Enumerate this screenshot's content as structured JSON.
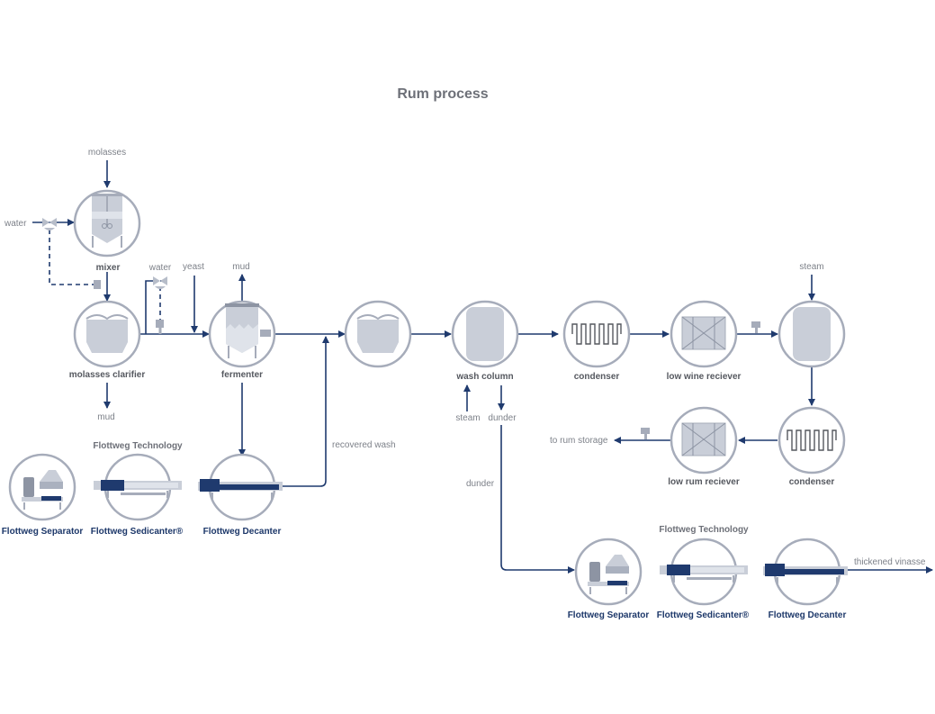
{
  "title": "Rum process",
  "labels": {
    "molasses": "molasses",
    "water_top": "water",
    "mixer": "mixer",
    "water_mid": "water",
    "yeast": "yeast",
    "mud_top": "mud",
    "molasses_clarifier": "molasses clarifier",
    "fermenter": "fermenter",
    "mud_bottom": "mud",
    "wash_column": "wash column",
    "steam_left": "steam",
    "dunder_short": "dunder",
    "condenser_1": "condenser",
    "low_wine_receiver": "low wine reciever",
    "steam_right": "steam",
    "condenser_2": "condenser",
    "low_rum_receiver": "low rum reciever",
    "to_rum_storage": "to rum storage",
    "recovered_wash": "recovered wash",
    "dunder_long": "dunder",
    "thickened_vinasse": "thickened vinasse"
  },
  "flottweg_left": {
    "heading": "Flottweg Technology",
    "separator": "Flottweg Separator",
    "sedicanter": "Flottweg Sedicanter®",
    "decanter": "Flottweg Decanter"
  },
  "flottweg_right": {
    "heading": "Flottweg Technology",
    "separator": "Flottweg Separator",
    "sedicanter": "Flottweg Sedicanter®",
    "decanter": "Flottweg Decanter"
  },
  "colors": {
    "flow_line": "#1f3a6e",
    "ring": "#a6acba",
    "equipment": "#c9ced8",
    "label_text": "#7d8189"
  }
}
